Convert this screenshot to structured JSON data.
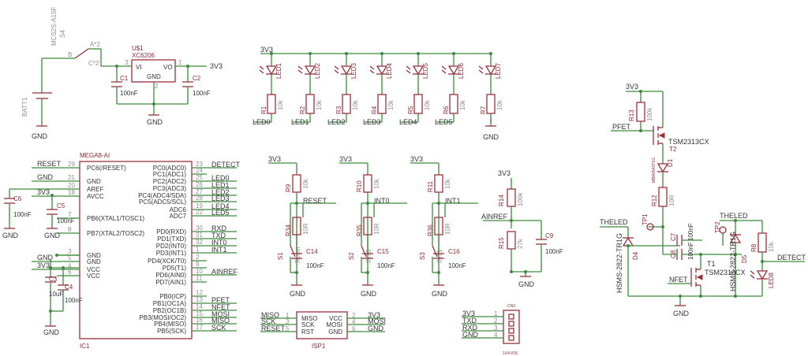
{
  "battery": {
    "ref": "BATT1",
    "ground": "GND"
  },
  "switch": {
    "part": "MCS2S-A15F",
    "ref": "S4",
    "pin_common": "B",
    "pin_a2": "A*2",
    "pin_c2": "C*2"
  },
  "regulator": {
    "ref": "U$1",
    "part": "XC6206",
    "pin_vi": "VI",
    "pin_vo": "VO",
    "pin_gnd": "GND",
    "pin3": "3",
    "pin1": "1",
    "pin2": "2",
    "out_net": "3V3",
    "ground": "GND"
  },
  "reg_caps": [
    {
      "ref": "C1",
      "value": "100nF"
    },
    {
      "ref": "C2",
      "value": "100nF"
    }
  ],
  "leds": {
    "supply": "3V3",
    "items": [
      {
        "led": "LED1",
        "res": "R1",
        "value": "10k",
        "net": "LED0"
      },
      {
        "led": "LED2",
        "res": "R2",
        "value": "10k",
        "net": "LED1"
      },
      {
        "led": "LED3",
        "res": "R3",
        "value": "10k",
        "net": "LED2"
      },
      {
        "led": "LED4",
        "res": "R4",
        "value": "10k",
        "net": "LED3"
      },
      {
        "led": "LED5",
        "res": "R5",
        "value": "10k",
        "net": "LED4"
      },
      {
        "led": "LED6",
        "res": "R6",
        "value": "10k",
        "net": "LED5"
      },
      {
        "led": "LED7",
        "res": "R7",
        "value": "10k",
        "net": ""
      }
    ],
    "ground": "GND"
  },
  "mcu": {
    "part": "MEGA8-AI",
    "ref": "IC1",
    "left_pins": [
      {
        "num": "29",
        "name": "PC6(/RESET)",
        "net": "RESET"
      },
      {
        "num": "21",
        "name": "GND",
        "net": "GND"
      },
      {
        "num": "20",
        "name": "AREF",
        "net": ""
      },
      {
        "num": "18",
        "name": "AVCC",
        "net": "3V3"
      },
      {
        "num": "7",
        "name": "PB6(XTAL1/TOSC1)",
        "net": ""
      },
      {
        "num": "8",
        "name": "PB7(XTAL2/TOSC2)",
        "net": ""
      },
      {
        "num": "3",
        "name": "GND",
        "net": ""
      },
      {
        "num": "5",
        "name": "GND",
        "net": "GND"
      },
      {
        "num": "4",
        "name": "VCC",
        "net": "3V3"
      },
      {
        "num": "6",
        "name": "VCC",
        "net": ""
      }
    ],
    "right_pins": [
      {
        "num": "23",
        "name": "PC0(ADC0)",
        "net": "DETECT"
      },
      {
        "num": "24",
        "name": "PC1(ADC1)",
        "net": ""
      },
      {
        "num": "25",
        "name": "PC2(ADC2)",
        "net": "LED0"
      },
      {
        "num": "26",
        "name": "PC3(ADC3)",
        "net": "LED1"
      },
      {
        "num": "27",
        "name": "PC4(ADC4/SDA)",
        "net": "LED2"
      },
      {
        "num": "28",
        "name": "PC5(ADC5/SCL)",
        "net": "LED3"
      },
      {
        "num": "19",
        "name": "ADC6",
        "net": "LED4"
      },
      {
        "num": "22",
        "name": "ADC7",
        "net": "LED5"
      },
      {
        "num": "30",
        "name": "PD0(RXD)",
        "net": "RXD"
      },
      {
        "num": "31",
        "name": "PD1(TXD)",
        "net": "TXD"
      },
      {
        "num": "32",
        "name": "PD2(INT0)",
        "net": "INT0"
      },
      {
        "num": "1",
        "name": "PD3(INT1)",
        "net": "INT1"
      },
      {
        "num": "2",
        "name": "PD4(XCK/T0)",
        "net": ""
      },
      {
        "num": "9",
        "name": "PD5(T1)",
        "net": ""
      },
      {
        "num": "10",
        "name": "PD6(AIN0)",
        "net": "AINREF"
      },
      {
        "num": "11",
        "name": "PD7(AIN1)",
        "net": ""
      },
      {
        "num": "12",
        "name": "PB0(ICP)",
        "net": ""
      },
      {
        "num": "13",
        "name": "PB1(OC1A)",
        "net": "PFET"
      },
      {
        "num": "14",
        "name": "PB2(OC1B)",
        "net": "NFET"
      },
      {
        "num": "15",
        "name": "PB3(MOSI/OC2)",
        "net": "MOSI"
      },
      {
        "num": "16",
        "name": "PB4(MISO)",
        "net": "MISO"
      },
      {
        "num": "17",
        "name": "PB5(SCK)",
        "net": "SCK"
      }
    ]
  },
  "mcu_caps": [
    {
      "ref": "C6",
      "value": "100nF"
    },
    {
      "ref": "C5",
      "value": "100nF"
    },
    {
      "ref": "C3",
      "value": "10uF"
    },
    {
      "ref": "C4",
      "value": "100nF"
    }
  ],
  "nets": {
    "gnd": "GND",
    "v33": "3V3"
  },
  "buttons": [
    {
      "pullup": "R9",
      "pullup_value": "10k",
      "net": "RESET",
      "series": "R34",
      "series_value": "10R",
      "switch": "S1",
      "switch_label": "Reset",
      "cap": "C14",
      "cap_value": "100nF"
    },
    {
      "pullup": "R10",
      "pullup_value": "10k",
      "net": "INT0",
      "series": "R35",
      "series_value": "10R",
      "switch": "S2",
      "switch_label": "INT0",
      "cap": "C15",
      "cap_value": "100nF"
    },
    {
      "pullup": "R11",
      "pullup_value": "10k",
      "net": "INT1",
      "series": "R36",
      "series_value": "10R",
      "switch": "S3",
      "switch_label": "INT1",
      "cap": "C16",
      "cap_value": "100nF"
    }
  ],
  "ainref": {
    "net": "AINREF",
    "r_top": "R14",
    "r_top_value": "100k",
    "r_bot": "R15",
    "r_bot_value": "27k",
    "cap": "C9",
    "cap_value": "100nF"
  },
  "isp": {
    "ref": "ISP1",
    "left": [
      {
        "num": "1",
        "name": "MISO",
        "net": "MISO"
      },
      {
        "num": "3",
        "name": "SCK",
        "net": "SCK"
      },
      {
        "num": "5",
        "name": "RST",
        "net": "RESET"
      }
    ],
    "right": [
      {
        "num": "2",
        "name": "VCC",
        "net": "3V3"
      },
      {
        "num": "4",
        "name": "MOSI",
        "net": "MOSI"
      },
      {
        "num": "6",
        "name": "GND",
        "net": "GND"
      }
    ]
  },
  "uart": {
    "ref": "CN3",
    "part": "1X4-IOS",
    "pins": [
      {
        "num": "1",
        "net": "3V3"
      },
      {
        "num": "2",
        "net": "TXD"
      },
      {
        "num": "3",
        "net": "RXD"
      },
      {
        "num": "4",
        "net": "GND"
      }
    ]
  },
  "driver": {
    "r13": "R13",
    "r13_value": "100k",
    "pfet_net": "PFET",
    "t2": "T2",
    "t2_part": "TSM2313CX",
    "d1": "D1",
    "d1_part": "MBR0540T1G",
    "r12": "R12",
    "r12_value": "10R",
    "tp1": "TP1",
    "tp2": "TP2",
    "theled1": "THELED",
    "theled2": "THELED",
    "d4": "D4",
    "d4_part": "HSMS-2822-TR1G",
    "d5": "D5",
    "d5_part": "HSMS-2822-TR1G",
    "c7": "C7",
    "c7_value": "100nF",
    "c8": "C8",
    "c8_value": "100nF",
    "t1": "T1",
    "t1_part": "TSM2310CX",
    "nfet_net": "NFET",
    "r8": "R8",
    "r8_value": "10k",
    "led8": "LED8",
    "detect_net": "DETECT",
    "ground": "GND"
  }
}
